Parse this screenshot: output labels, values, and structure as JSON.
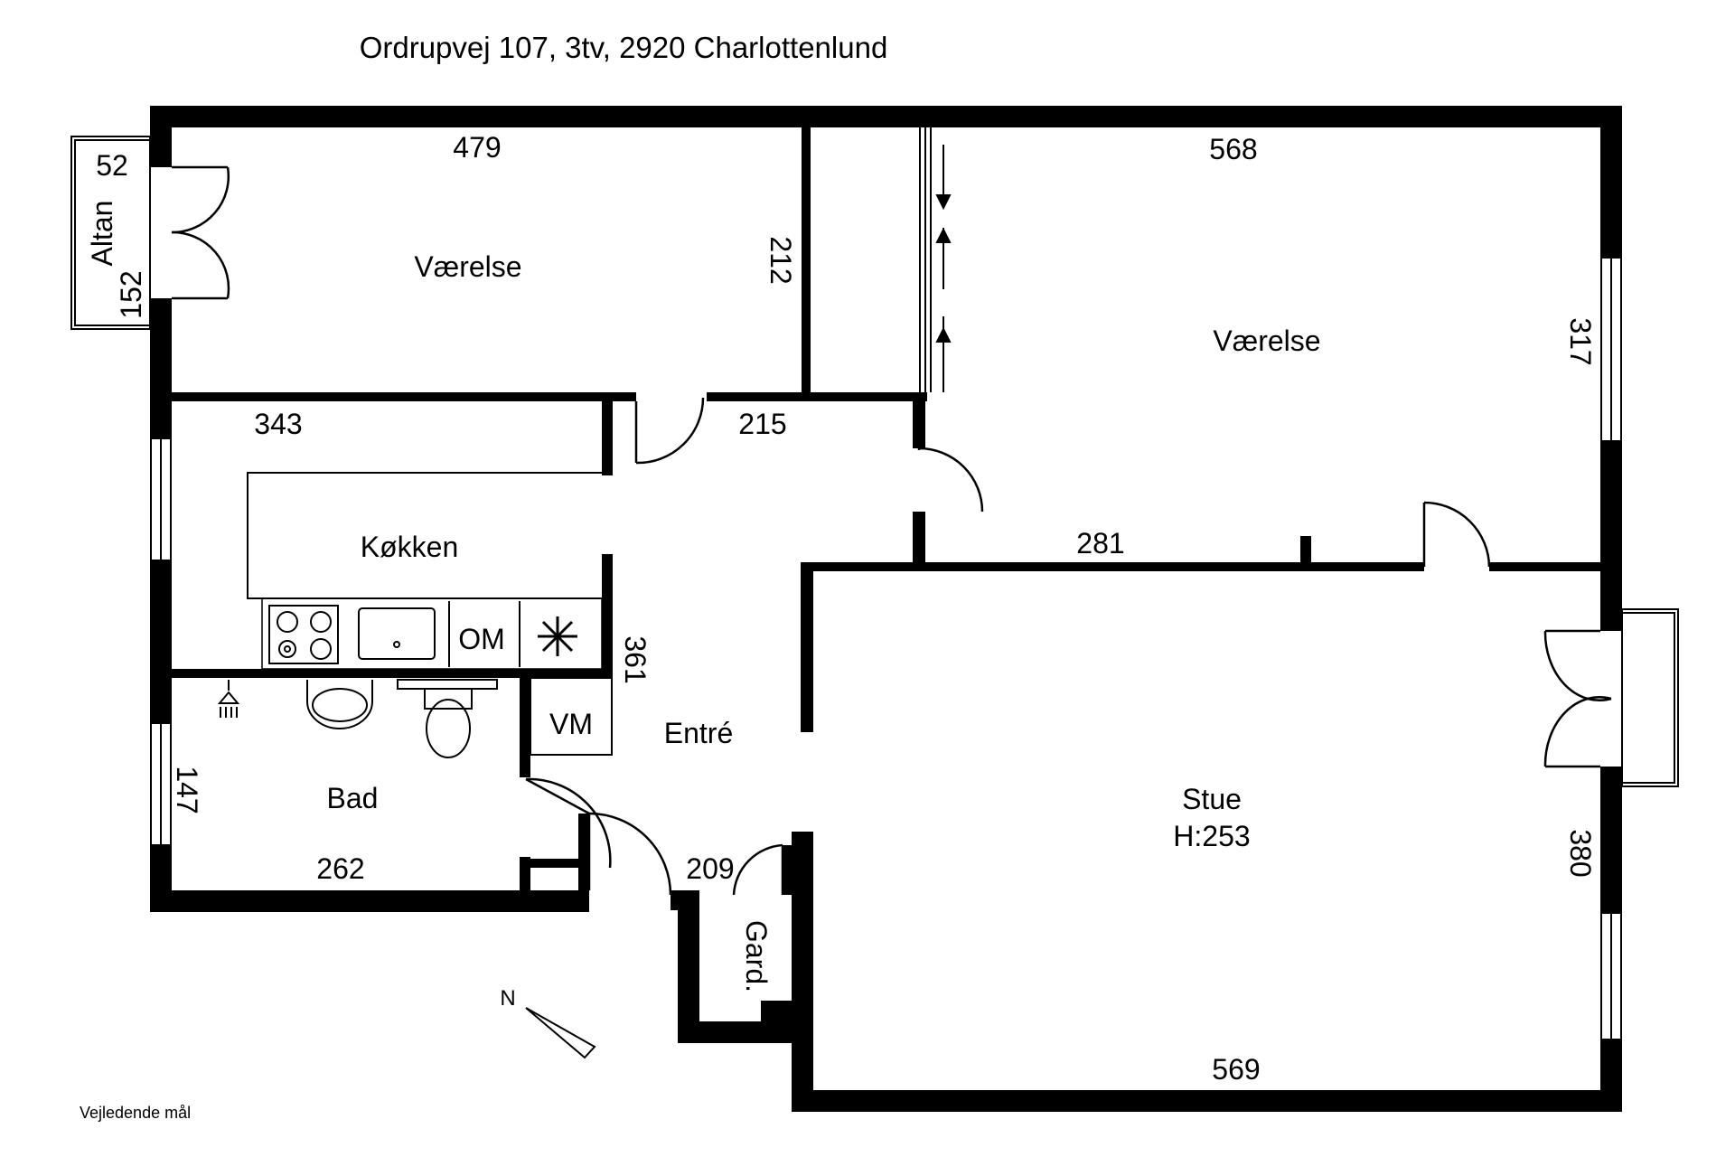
{
  "title": "Ordrupvej 107, 3tv, 2920 Charlottenlund",
  "footer_note": "Vejledende mål",
  "compass_label": "N",
  "rooms": {
    "vaerelse_left": "Værelse",
    "vaerelse_right": "Værelse",
    "koekken": "Køkken",
    "entre": "Entré",
    "bad": "Bad",
    "stue": "Stue",
    "stue_height": "H:253",
    "altan": "Altan",
    "gard": "Gard."
  },
  "fixtures": {
    "oven": "OM",
    "water_meter": "VM"
  },
  "dimensions": {
    "d479": "479",
    "d568": "568",
    "d212": "212",
    "d317": "317",
    "d343": "343",
    "d215": "215",
    "d281": "281",
    "d361": "361",
    "d147": "147",
    "d262": "262",
    "d209": "209",
    "d380": "380",
    "d569": "569",
    "d52": "52",
    "d152": "152"
  }
}
